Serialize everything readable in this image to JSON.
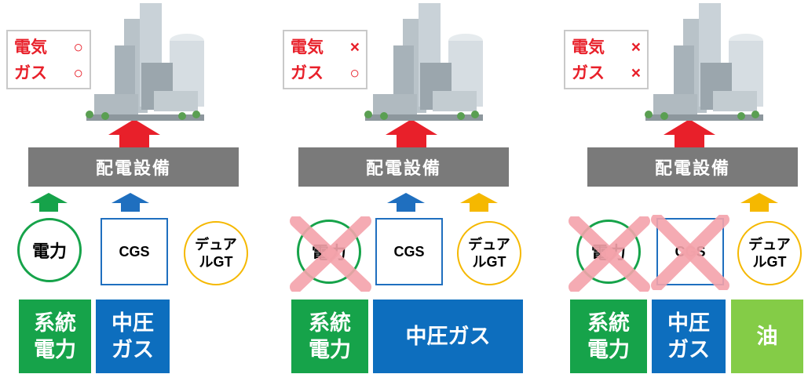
{
  "colors": {
    "status_text": "#e8202a",
    "distribution_bar": "#7a7a7a",
    "grid_power": "#16a34a",
    "gas": "#0d6ebe",
    "oil": "#84cc47",
    "arrow_up": "#e8202a",
    "arrow_power": "#16a34a",
    "arrow_cgs": "#1f6fbf",
    "arrow_dual": "#f5b800",
    "cross": "#f4a3ab"
  },
  "icons": [
    "office-buildings-icon",
    "up-arrow-icon",
    "cross-mark-icon"
  ],
  "panels": [
    {
      "status": {
        "electricity_label": "電気",
        "electricity_mark": "○",
        "gas_label": "ガス",
        "gas_mark": "○"
      },
      "bar_label": "配電設備",
      "equipment": {
        "power": "電力",
        "cgs": "CGS",
        "dual_line1": "デュア",
        "dual_line2": "ルGT"
      },
      "sources": {
        "grid_line1": "系統",
        "grid_line2": "電力",
        "gas_line1": "中圧",
        "gas_line2": "ガス"
      }
    },
    {
      "status": {
        "electricity_label": "電気",
        "electricity_mark": "×",
        "gas_label": "ガス",
        "gas_mark": "○"
      },
      "bar_label": "配電設備",
      "equipment": {
        "power": "電力",
        "cgs": "CGS",
        "dual_line1": "デュア",
        "dual_line2": "ルGT"
      },
      "sources": {
        "grid_line1": "系統",
        "grid_line2": "電力",
        "gas": "中圧ガス"
      }
    },
    {
      "status": {
        "electricity_label": "電気",
        "electricity_mark": "×",
        "gas_label": "ガス",
        "gas_mark": "×"
      },
      "bar_label": "配電設備",
      "equipment": {
        "power": "電力",
        "cgs": "CGS",
        "dual_line1": "デュア",
        "dual_line2": "ルGT"
      },
      "sources": {
        "grid_line1": "系統",
        "grid_line2": "電力",
        "gas_line1": "中圧",
        "gas_line2": "ガス",
        "oil": "油"
      }
    }
  ]
}
